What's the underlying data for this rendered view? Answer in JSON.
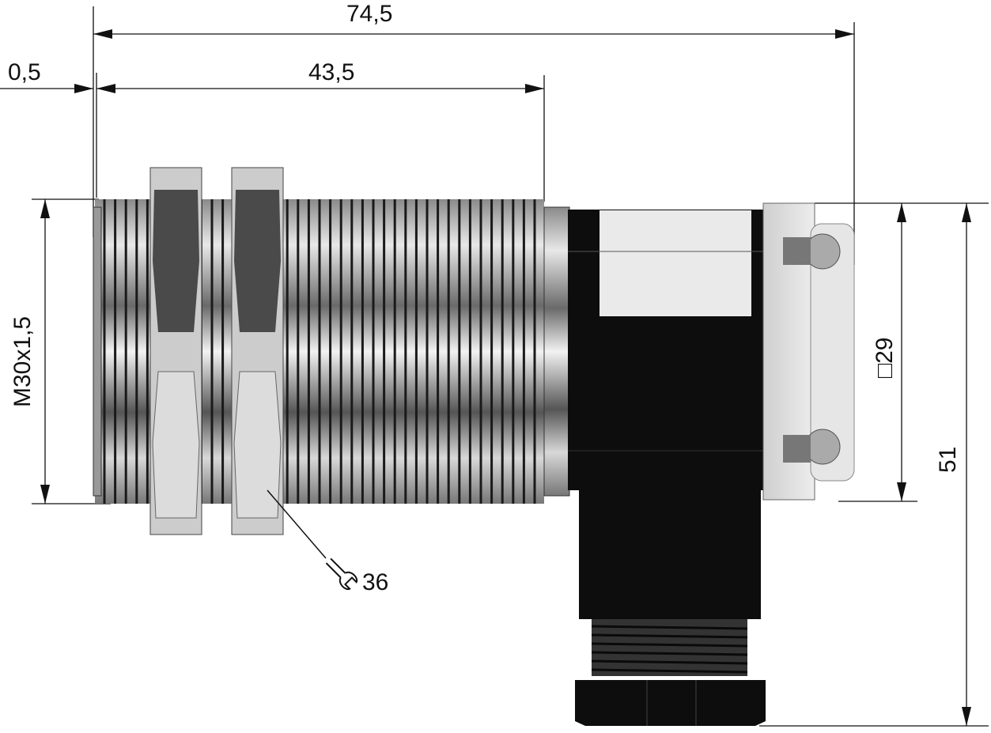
{
  "dimensions": {
    "overall_length": "74,5",
    "offset": "0,5",
    "thread_length": "43,5",
    "thread_spec": "M30x1,5",
    "wrench_size": "36",
    "housing_square": "□29",
    "overall_height": "51"
  },
  "icons": [
    "wrench-icon"
  ],
  "colors": {
    "line": "#111111",
    "housing": "#0d0d0d",
    "metal": "#b8b8b8",
    "cap": "#e2e2e2"
  }
}
